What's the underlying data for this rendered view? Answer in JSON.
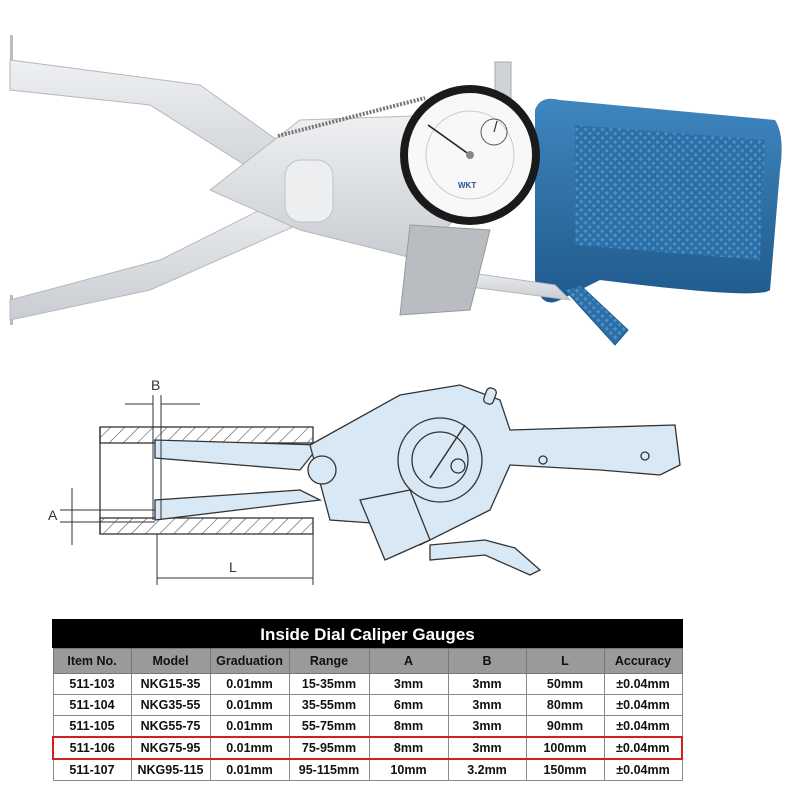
{
  "photo": {
    "subject": "inside dial caliper gauge",
    "dial_brand": "WKT",
    "colors": {
      "handle": "#2f6fa6",
      "metal": "#dcdee2",
      "dial_bezel": "#1a1a1a"
    }
  },
  "diagram": {
    "labels": {
      "b": "B",
      "a": "A",
      "l": "L"
    },
    "colors": {
      "fill": "#d8e8f4",
      "stroke": "#333333"
    }
  },
  "table": {
    "title": "Inside Dial Caliper Gauges",
    "columns": [
      "Item No.",
      "Model",
      "Graduation",
      "Range",
      "A",
      "B",
      "L",
      "Accuracy"
    ],
    "rows": [
      [
        "511-103",
        "NKG15-35",
        "0.01mm",
        "15-35mm",
        "3mm",
        "3mm",
        "50mm",
        "±0.04mm"
      ],
      [
        "511-104",
        "NKG35-55",
        "0.01mm",
        "35-55mm",
        "6mm",
        "3mm",
        "80mm",
        "±0.04mm"
      ],
      [
        "511-105",
        "NKG55-75",
        "0.01mm",
        "55-75mm",
        "8mm",
        "3mm",
        "90mm",
        "±0.04mm"
      ],
      [
        "511-106",
        "NKG75-95",
        "0.01mm",
        "75-95mm",
        "8mm",
        "3mm",
        "100mm",
        "±0.04mm"
      ],
      [
        "511-107",
        "NKG95-115",
        "0.01mm",
        "95-115mm",
        "10mm",
        "3.2mm",
        "150mm",
        "±0.04mm"
      ]
    ],
    "highlighted_row": "511-106",
    "colors": {
      "title_bg": "#000000",
      "header_bg": "#9a9a9a",
      "highlight_border": "#d41f1f"
    }
  }
}
